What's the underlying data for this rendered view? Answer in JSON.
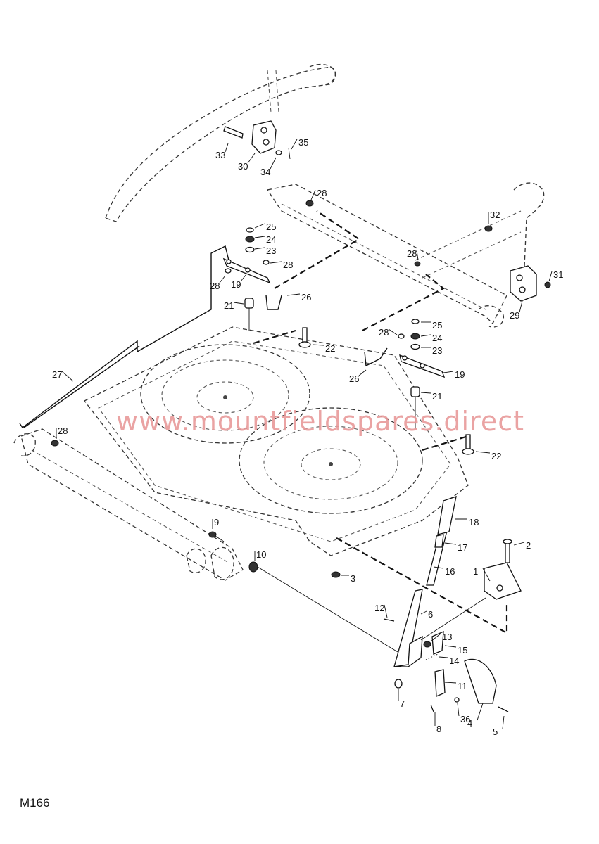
{
  "diagram": {
    "code": "M166",
    "watermark": "www.mountfieldspares.direct",
    "callouts": [
      "1",
      "2",
      "3",
      "4",
      "5",
      "6",
      "7",
      "8",
      "9",
      "10",
      "11",
      "12",
      "13",
      "14",
      "15",
      "16",
      "17",
      "18",
      "19",
      "19",
      "21",
      "21",
      "22",
      "22",
      "23",
      "23",
      "24",
      "24",
      "25",
      "25",
      "26",
      "26",
      "27",
      "28",
      "28",
      "28",
      "28",
      "28",
      "28",
      "29",
      "30",
      "31",
      "32",
      "33",
      "34",
      "35",
      "36"
    ]
  }
}
